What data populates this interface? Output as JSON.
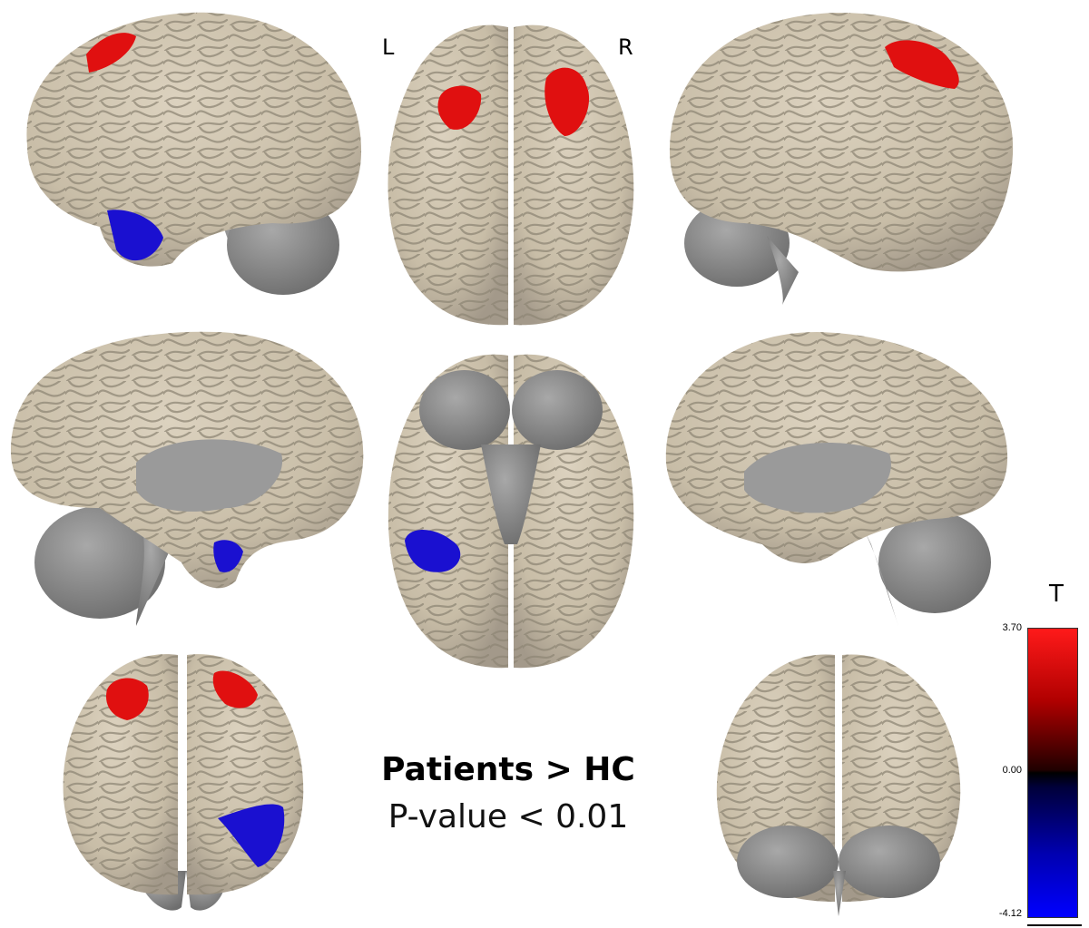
{
  "labels": {
    "left": "L",
    "right": "R"
  },
  "caption": {
    "title": "Patients > HC",
    "subtitle": "P-value < 0.01"
  },
  "colorbar": {
    "title": "T",
    "max": "3.70",
    "zero": "0.00",
    "min": "-4.12",
    "max_color": "#ff1a1a",
    "min_color": "#0000ff"
  },
  "colors": {
    "cortex": "#cdc2ad",
    "cortex_shadow": "#a89e8a",
    "cerebellum": "#8e8e8e",
    "positive_cluster": "#e01010",
    "negative_cluster": "#1a10d0"
  }
}
